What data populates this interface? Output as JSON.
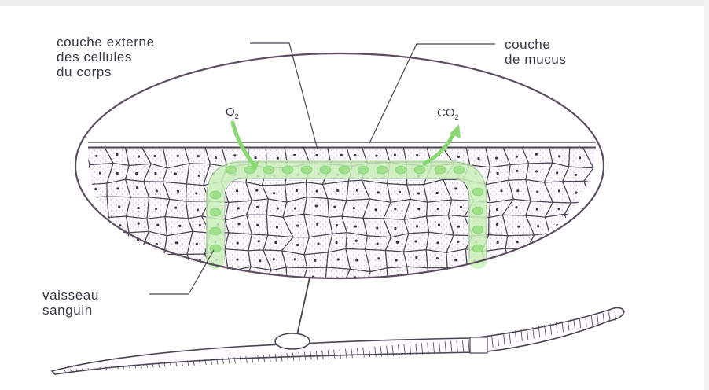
{
  "labels": {
    "outer_cells": [
      "couche externe",
      "des cellules",
      "du corps"
    ],
    "mucus": [
      "couche",
      "de mucus"
    ],
    "vessel": [
      "vaisseau",
      "sanguin"
    ],
    "oxygen": {
      "symbol": "O",
      "sub": "2"
    },
    "carbon_dioxide": {
      "symbol": "CO",
      "sub": "2"
    }
  },
  "colors": {
    "ink": "#3a3540",
    "vessel_green": "#9fe08a",
    "arrow_green": "#8ad870",
    "background": "#ffffff"
  }
}
